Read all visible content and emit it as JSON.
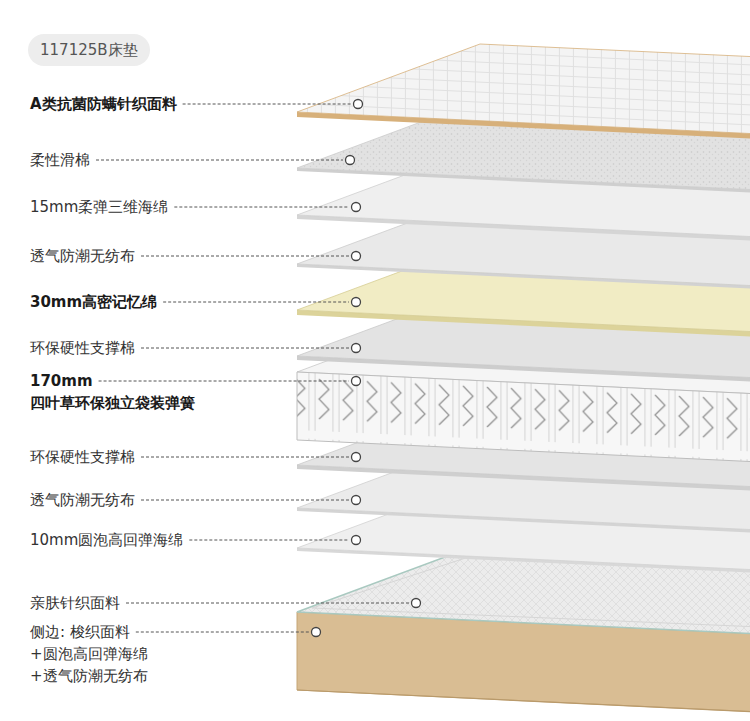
{
  "diagram": {
    "title": "117125B床垫",
    "labels": [
      "A类抗菌防螨针织面料",
      "柔性滑棉",
      "15mm柔弹三维海绵",
      "透气防潮无纺布",
      "30mm高密记忆绵",
      "环保硬性支撑棉",
      "170mm 四叶草环保独立袋装弹簧",
      "环保硬性支撑棉",
      "透气防潮无纺布",
      "10mm圆泡高回弹海绵",
      "亲肤针织面料",
      "侧边: 梭织面料+圆泡高回弹海绵 +透气防潮无纺布"
    ]
  }
}
